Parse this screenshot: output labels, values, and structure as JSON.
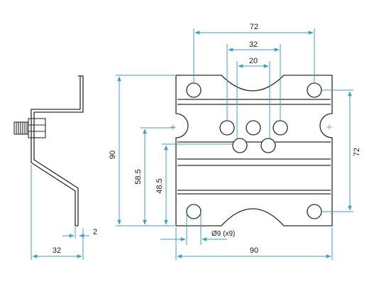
{
  "colors": {
    "outline": "#2b2b2b",
    "dimension": "#3fa1c2",
    "background": "#ffffff"
  },
  "dimensions": {
    "top_width": "72",
    "upper_hole_spacing": "32",
    "inner_hole_spacing": "20",
    "overall_height": "90",
    "mid_height": "58.5",
    "lower_height": "48.5",
    "right_height": "72",
    "thickness": "2",
    "side_depth": "32",
    "bottom_width": "90",
    "hole_callout": "Ø9 (x9)"
  }
}
